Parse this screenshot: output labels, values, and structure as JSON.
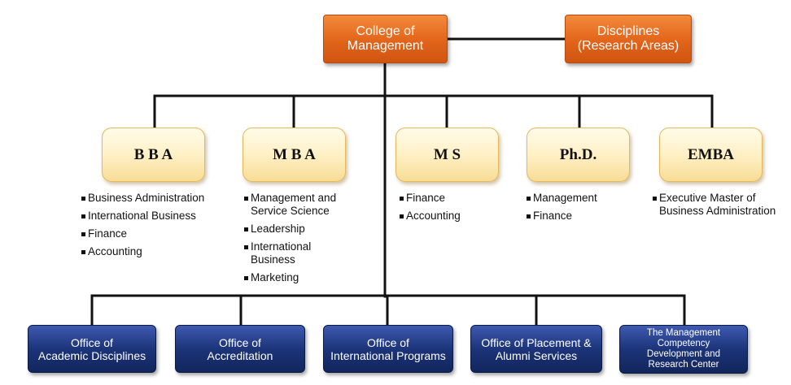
{
  "top": {
    "college": [
      "College of",
      "Management"
    ],
    "disciplines": [
      "Disciplines",
      "(Research Areas)"
    ]
  },
  "programs": [
    {
      "name": "B B A",
      "items": [
        "Business Administration",
        "International Business",
        "Finance",
        "Accounting"
      ]
    },
    {
      "name": "M B A",
      "items": [
        "Management and Service Science",
        "Leadership",
        "International Business",
        "Marketing"
      ]
    },
    {
      "name": "M S",
      "items": [
        "Finance",
        "Accounting"
      ]
    },
    {
      "name": "Ph.D.",
      "items": [
        "Management",
        "Finance"
      ]
    },
    {
      "name": "EMBA",
      "items": [
        "Executive Master of Business Administration"
      ]
    }
  ],
  "offices": [
    [
      "Office of",
      "Academic Disciplines"
    ],
    [
      "Office of",
      "Accreditation"
    ],
    [
      "Office of",
      "International Programs"
    ],
    [
      "Office of Placement &",
      "Alumni Services"
    ],
    [
      "The Management",
      "Competency",
      "Development and",
      "Research Center"
    ]
  ],
  "colors": {
    "orange": "#e2641a",
    "cream": "#fff0c6",
    "navy": "#1c3479",
    "connector": "#111111"
  }
}
